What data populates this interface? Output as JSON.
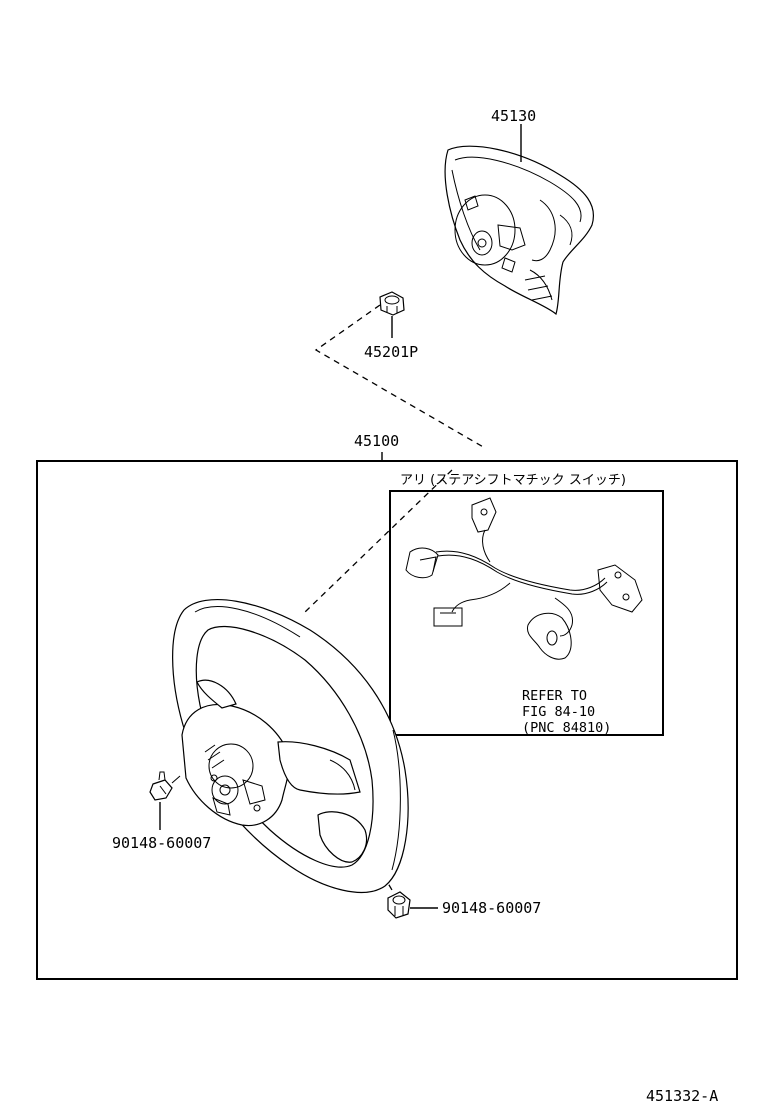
{
  "parts": {
    "airbag": "45130",
    "nut": "45201P",
    "wheel_assembly": "45100",
    "screw_left": "90148-60007",
    "screw_right": "90148-60007"
  },
  "option_box": {
    "title": "アリ (ステアシフトマチック  スイッチ)",
    "refer_line1": "REFER TO",
    "refer_line2": "FIG 84-10",
    "refer_line3": "(PNC 84810)"
  },
  "figure_id": "451332-A"
}
